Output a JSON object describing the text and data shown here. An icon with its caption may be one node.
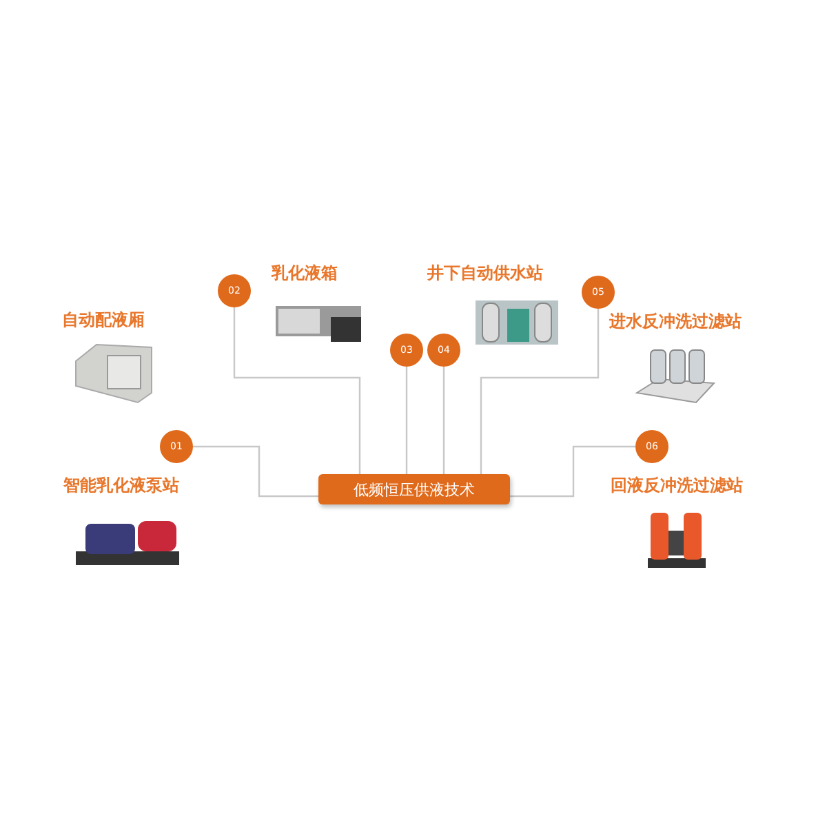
{
  "diagram": {
    "nodes": [
      {
        "text": [
          "低频恒压供液技术"
        ]
      },
      {
        "text": [
          "01"
        ]
      },
      {
        "text": [
          "02"
        ]
      },
      {
        "text": [
          "03"
        ]
      },
      {
        "text": [
          "04"
        ]
      },
      {
        "text": [
          "05"
        ]
      },
      {
        "text": [
          "06"
        ]
      }
    ],
    "edges": [
      {
        "from": 1,
        "to": 0,
        "arrow": "none"
      },
      {
        "from": 2,
        "to": 0,
        "arrow": "none"
      },
      {
        "from": 3,
        "to": 0,
        "arrow": "none"
      },
      {
        "from": 4,
        "to": 0,
        "arrow": "none"
      },
      {
        "from": 5,
        "to": 0,
        "arrow": "none"
      },
      {
        "from": 6,
        "to": 0,
        "arrow": "none"
      }
    ],
    "labels": [
      "乳化液箱",
      "井下自动供水站",
      "自动配液厢",
      "进水反冲洗过滤站",
      "智能乳化液泵站",
      "回液反冲洗过滤站"
    ]
  }
}
